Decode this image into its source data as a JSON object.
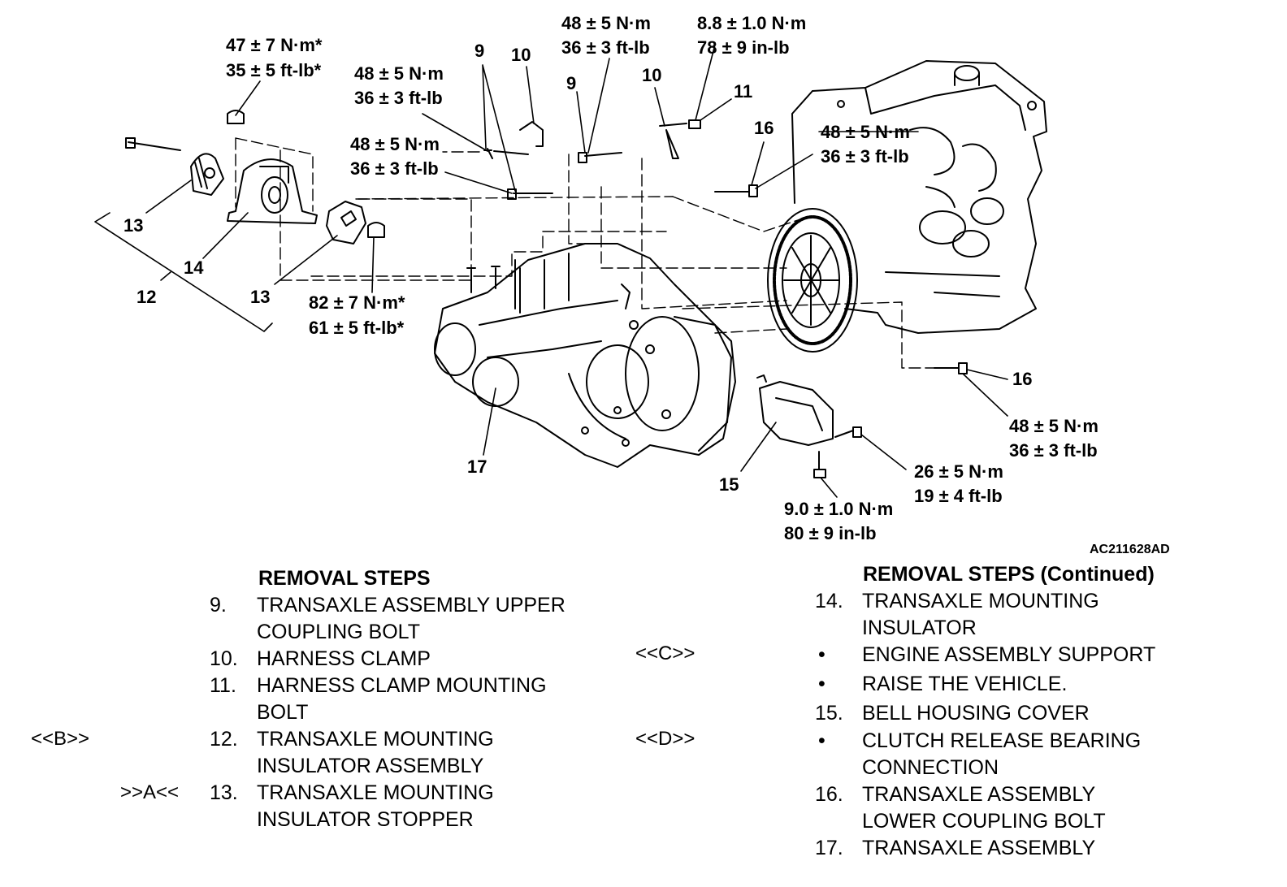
{
  "figure_id": "AC211628AD",
  "callouts": {
    "c9a": "9",
    "c10a": "10",
    "c9b": "9",
    "c10b": "10",
    "c11": "11",
    "c16a": "16",
    "c13a": "13",
    "c14": "14",
    "c12": "12",
    "c13b": "13",
    "c17": "17",
    "c15": "15",
    "c16b": "16"
  },
  "torques": {
    "t1": [
      "47 ± 7 N·m*",
      "35 ± 5 ft-lb*"
    ],
    "t2": [
      "48 ± 5 N·m",
      "36 ± 3 ft-lb"
    ],
    "t3": [
      "48 ± 5 N·m",
      "36 ± 3 ft-lb"
    ],
    "t4": [
      "48 ± 5 N·m",
      "36 ± 3 ft-lb"
    ],
    "t5": [
      "8.8 ± 1.0 N·m",
      "78 ± 9 in-lb"
    ],
    "t6": [
      "48 ± 5 N·m",
      "36 ± 3 ft-lb"
    ],
    "t7": [
      "82 ± 7 N·m*",
      "61 ± 5 ft-lb*"
    ],
    "t8": [
      "48 ± 5 N·m",
      "36 ± 3 ft-lb"
    ],
    "t9": [
      "26 ± 5 N·m",
      "19 ± 4 ft-lb"
    ],
    "t10": [
      "9.0 ± 1.0 N·m",
      "80 ± 9 in-lb"
    ]
  },
  "removal_steps": {
    "heading": "REMOVAL STEPS",
    "items": [
      {
        "num": "9.",
        "lines": [
          "TRANSAXLE ASSEMBLY UPPER",
          "COUPLING BOLT"
        ],
        "tag": ""
      },
      {
        "num": "10.",
        "lines": [
          "HARNESS CLAMP"
        ],
        "tag": ""
      },
      {
        "num": "11.",
        "lines": [
          "HARNESS CLAMP MOUNTING",
          "BOLT"
        ],
        "tag": ""
      },
      {
        "num": "12.",
        "lines": [
          "TRANSAXLE MOUNTING",
          "INSULATOR ASSEMBLY"
        ],
        "tag": "<<B>>"
      },
      {
        "num": "13.",
        "lines": [
          "TRANSAXLE MOUNTING",
          "INSULATOR STOPPER"
        ],
        "tag": ">>A<<"
      }
    ]
  },
  "removal_steps_continued": {
    "heading": "REMOVAL STEPS (Continued)",
    "items": [
      {
        "num": "14.",
        "lines": [
          "TRANSAXLE MOUNTING",
          "INSULATOR"
        ],
        "tag": ""
      },
      {
        "num": "•",
        "lines": [
          "ENGINE ASSEMBLY SUPPORT"
        ],
        "tag": "<<C>>"
      },
      {
        "num": "•",
        "lines": [
          "RAISE THE VEHICLE."
        ],
        "tag": ""
      },
      {
        "num": "15.",
        "lines": [
          "BELL HOUSING COVER"
        ],
        "tag": ""
      },
      {
        "num": "•",
        "lines": [
          "CLUTCH RELEASE BEARING",
          "CONNECTION"
        ],
        "tag": "<<D>>"
      },
      {
        "num": "16.",
        "lines": [
          "TRANSAXLE ASSEMBLY",
          "LOWER COUPLING BOLT"
        ],
        "tag": ""
      },
      {
        "num": "17.",
        "lines": [
          "TRANSAXLE ASSEMBLY"
        ],
        "tag": ""
      }
    ]
  }
}
